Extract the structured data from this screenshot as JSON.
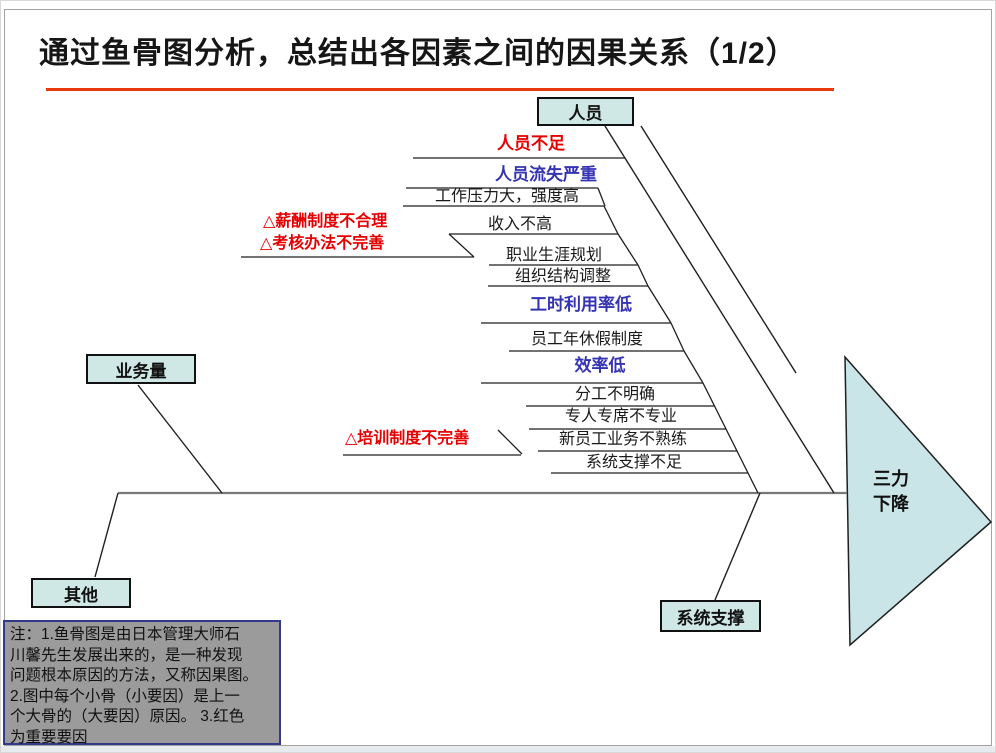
{
  "slide": {
    "title": "通过鱼骨图分析，总结出各因素之间的因果关系（1/2）",
    "accent_color": "#e8380d"
  },
  "fishbone": {
    "head": {
      "line1": "三力",
      "line2": "下降",
      "fill": "#c9e5e7"
    },
    "categories": [
      {
        "label": "人员"
      },
      {
        "label": "业务量"
      },
      {
        "label": "其他"
      },
      {
        "label": "系统支撑"
      }
    ],
    "causes": [
      {
        "label": "人员不足",
        "emphasis": "important"
      },
      {
        "label": "人员流失严重",
        "emphasis": "group"
      },
      {
        "label": "工作压力大，强度高",
        "emphasis": "normal"
      },
      {
        "label": "△薪酬制度不合理",
        "emphasis": "important"
      },
      {
        "label": "△考核办法不完善",
        "emphasis": "important"
      },
      {
        "label": "收入不高",
        "emphasis": "normal"
      },
      {
        "label": "职业生涯规划",
        "emphasis": "normal"
      },
      {
        "label": "组织结构调整",
        "emphasis": "normal"
      },
      {
        "label": "工时利用率低",
        "emphasis": "group"
      },
      {
        "label": "员工年休假制度",
        "emphasis": "normal"
      },
      {
        "label": "效率低",
        "emphasis": "group"
      },
      {
        "label": "分工不明确",
        "emphasis": "normal"
      },
      {
        "label": "专人专席不专业",
        "emphasis": "normal"
      },
      {
        "label": "新员工业务不熟练",
        "emphasis": "normal"
      },
      {
        "label": "系统支撑不足",
        "emphasis": "normal"
      },
      {
        "label": "△培训制度不完善",
        "emphasis": "important"
      }
    ],
    "colors": {
      "important": "#e60000",
      "group": "#3434b2",
      "normal": "#1a1a1a",
      "box_fill": "#cfe8e6",
      "spine": "#787878"
    }
  },
  "note": {
    "lines": [
      "注：1.鱼骨图是由日本管理大师石",
      "川馨先生发展出来的，是一种发现",
      "问题根本原因的方法，又称因果图。",
      "2.图中每个小骨（小要因）是上一",
      "个大骨的（大要因）原因。 3.红色",
      "为重要要因"
    ]
  }
}
